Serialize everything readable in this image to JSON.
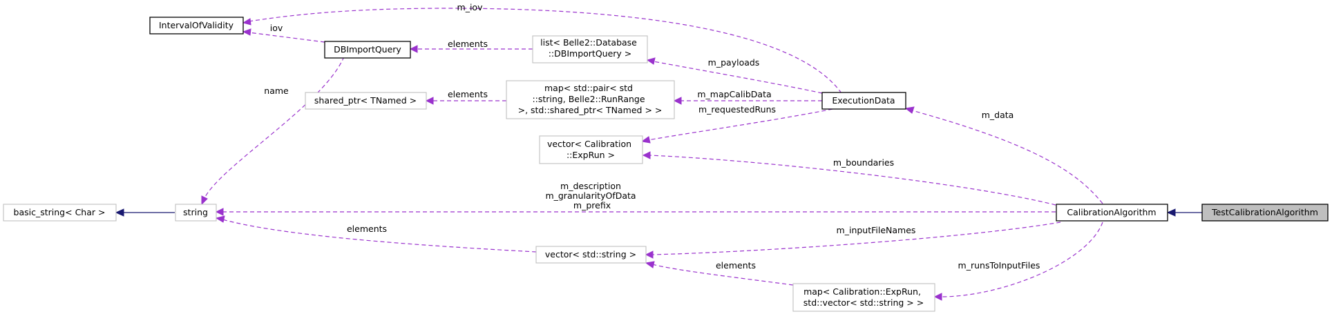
{
  "nodes": {
    "test_calibration_algorithm": "TestCalibrationAlgorithm",
    "calibration_algorithm": "CalibrationAlgorithm",
    "execution_data": "ExecutionData",
    "interval_of_validity": "IntervalOfValidity",
    "db_import_query": "DBImportQuery",
    "list_db_import_query": [
      "list< Belle2::Database",
      "::DBImportQuery >"
    ],
    "shared_ptr_tnamed": "shared_ptr< TNamed >",
    "map_calib_data": [
      "map< std::pair< std",
      "::string, Belle2::RunRange",
      " >, std::shared_ptr< TNamed > >"
    ],
    "vector_exprun": [
      "vector< Calibration",
      "::ExpRun >"
    ],
    "basic_string": "basic_string< Char >",
    "string": "string",
    "vector_string": "vector< std::string >",
    "map_exprun_files": [
      "map< Calibration::ExpRun,",
      "std::vector< std::string > >"
    ]
  },
  "edge_labels": {
    "m_iov": "m_iov",
    "iov": "iov",
    "elements_list": "elements",
    "m_payloads": "m_payloads",
    "name": "name",
    "elements_map": "elements",
    "m_mapCalibData": "m_mapCalibData",
    "m_requestedRuns": "m_requestedRuns",
    "m_data": "m_data",
    "m_boundaries": "m_boundaries",
    "string_members": [
      "m_description",
      "m_granularityOfData",
      "m_prefix"
    ],
    "elements_vector": "elements",
    "m_inputFileNames": "m_inputFileNames",
    "elements_map_files": "elements",
    "m_runsToInputFiles": "m_runsToInputFiles"
  }
}
